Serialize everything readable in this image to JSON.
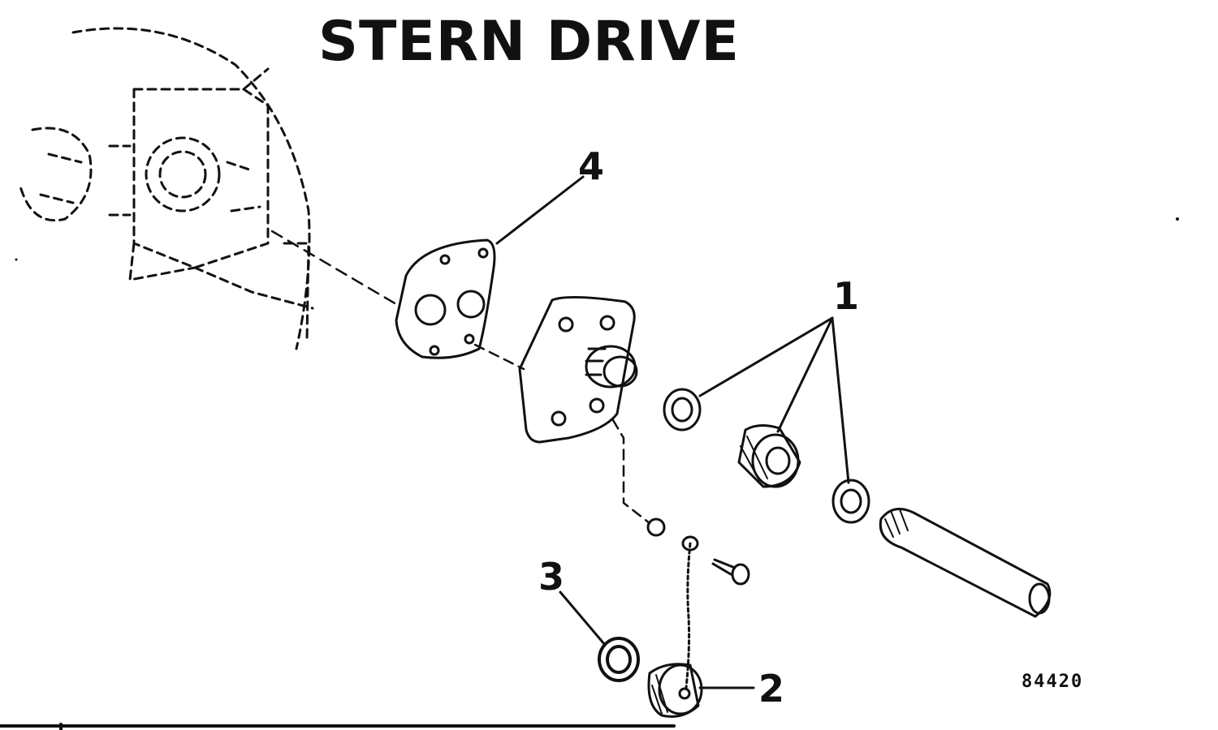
{
  "title": {
    "line1_partial": "",
    "line2": "STERN DRIVE"
  },
  "callouts": [
    {
      "id": "callout-1",
      "label": "1"
    },
    {
      "id": "callout-2",
      "label": "2"
    },
    {
      "id": "callout-3",
      "label": "3"
    },
    {
      "id": "callout-4",
      "label": "4"
    }
  ],
  "figure_number": "84420",
  "colors": {
    "ink": "#111111",
    "paper": "#ffffff"
  }
}
